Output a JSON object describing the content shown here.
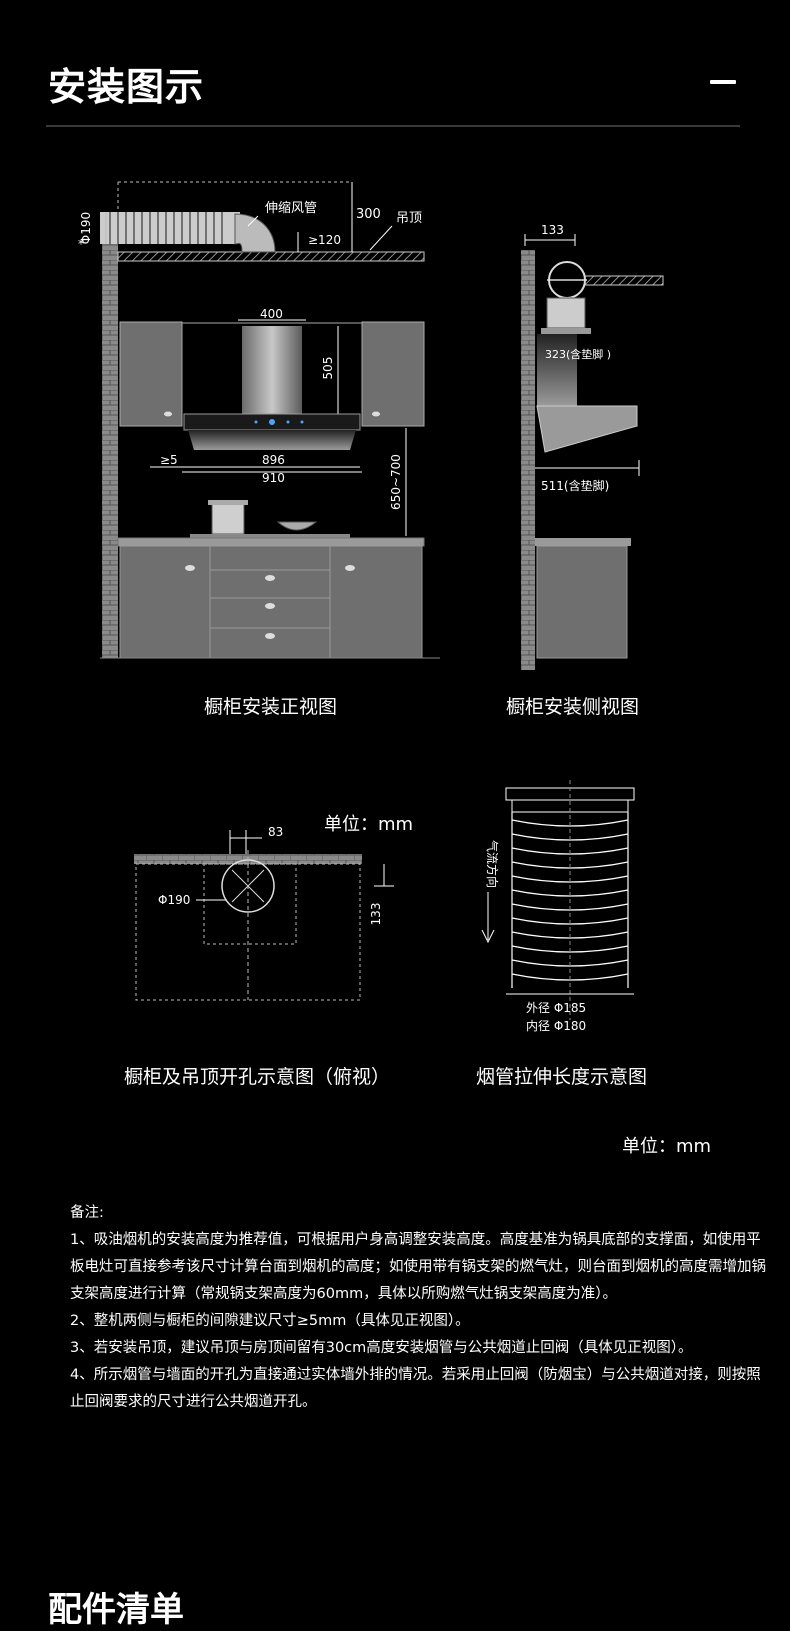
{
  "header": {
    "title": "安装图示"
  },
  "front": {
    "caption": "橱柜安装正视图",
    "duct_label": "伸缩风管",
    "diameter": "Φ190",
    "star": "*",
    "dim_300": "300",
    "dim_120": "≥120",
    "ceiling_label": "吊顶",
    "dim_400": "400",
    "dim_505": "505",
    "dim_gap": "≥5",
    "dim_896": "896",
    "dim_910": "910",
    "dim_height": "650~700"
  },
  "side": {
    "caption": "橱柜安装侧视图",
    "dim_133": "133",
    "dim_323": "323(含垫脚 )",
    "dim_511": "511(含垫脚)"
  },
  "top": {
    "caption": "橱柜及吊顶开孔示意图（俯视）",
    "unit": "单位：mm",
    "dim_83": "83",
    "dim_phi190": "Φ190",
    "dim_133": "133"
  },
  "pipe": {
    "caption": "烟管拉伸长度示意图",
    "airflow": "气流方向",
    "outer": "外径 Φ185",
    "inner": "内径 Φ180"
  },
  "unit_main": "单位：mm",
  "notes": {
    "title": "备注:",
    "items": [
      "1、吸油烟机的安装高度为推荐值，可根据用户身高调整安装高度。高度基准为锅具底部的支撑面，如使用平板电灶可直接参考该尺寸计算台面到烟机的高度；如使用带有锅支架的燃气灶，则台面到烟机的高度需增加锅支架高度进行计算（常规锅支架高度为60mm，具体以所购燃气灶锅支架高度为准）。",
      "2、整机两侧与橱柜的间隙建议尺寸≥5mm（具体见正视图）。",
      "3、若安装吊顶，建议吊顶与房顶间留有30cm高度安装烟管与公共烟道止回阀（具体见正视图）。",
      "4、所示烟管与墙面的开孔为直接通过实体墙外排的情况。若采用止回阀（防烟宝）与公共烟道对接，则按照止回阀要求的尺寸进行公共烟道开孔。"
    ]
  },
  "next_section": {
    "title": "配件清单"
  }
}
